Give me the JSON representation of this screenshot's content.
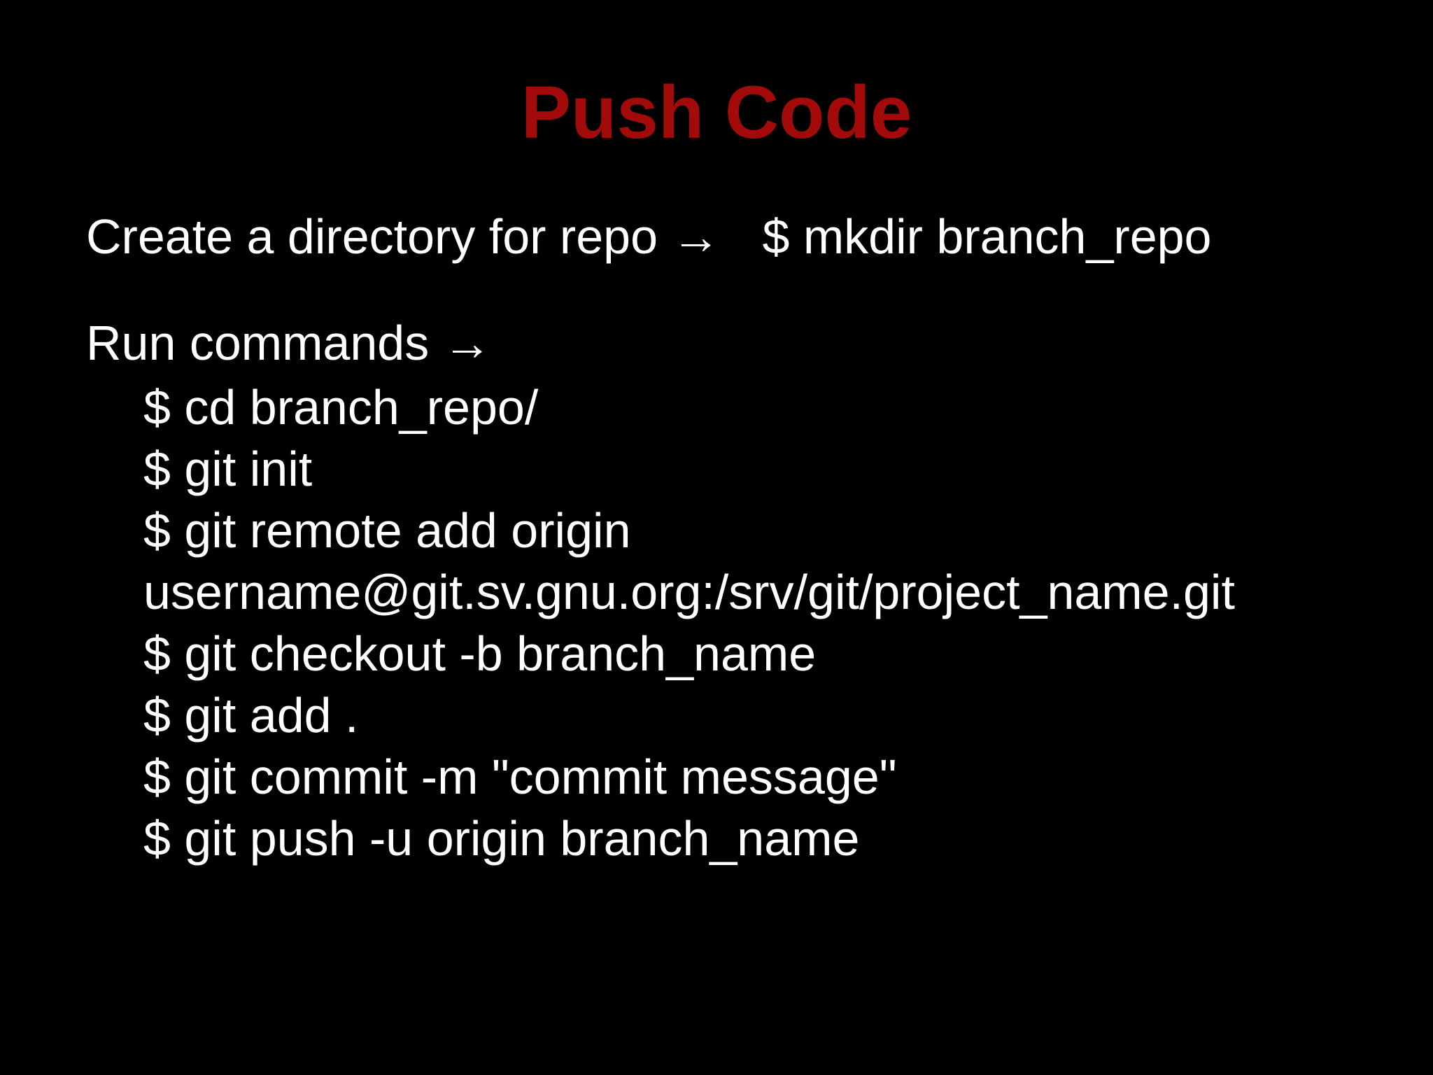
{
  "slide": {
    "title": "Push Code",
    "title_color": "#a30a0a",
    "background_color": "#000000",
    "text_color": "#ffffff",
    "create_line": {
      "label": "Create a directory for repo →",
      "command": "$ mkdir branch_repo"
    },
    "run_label": "Run commands →",
    "commands": [
      "$ cd branch_repo/",
      "$ git init",
      "$ git remote add origin",
      "username@git.sv.gnu.org:/srv/git/project_name.git",
      "$ git checkout -b branch_name",
      "$ git add .",
      "$ git commit -m \"commit message\"",
      "$ git push -u origin branch_name"
    ]
  }
}
